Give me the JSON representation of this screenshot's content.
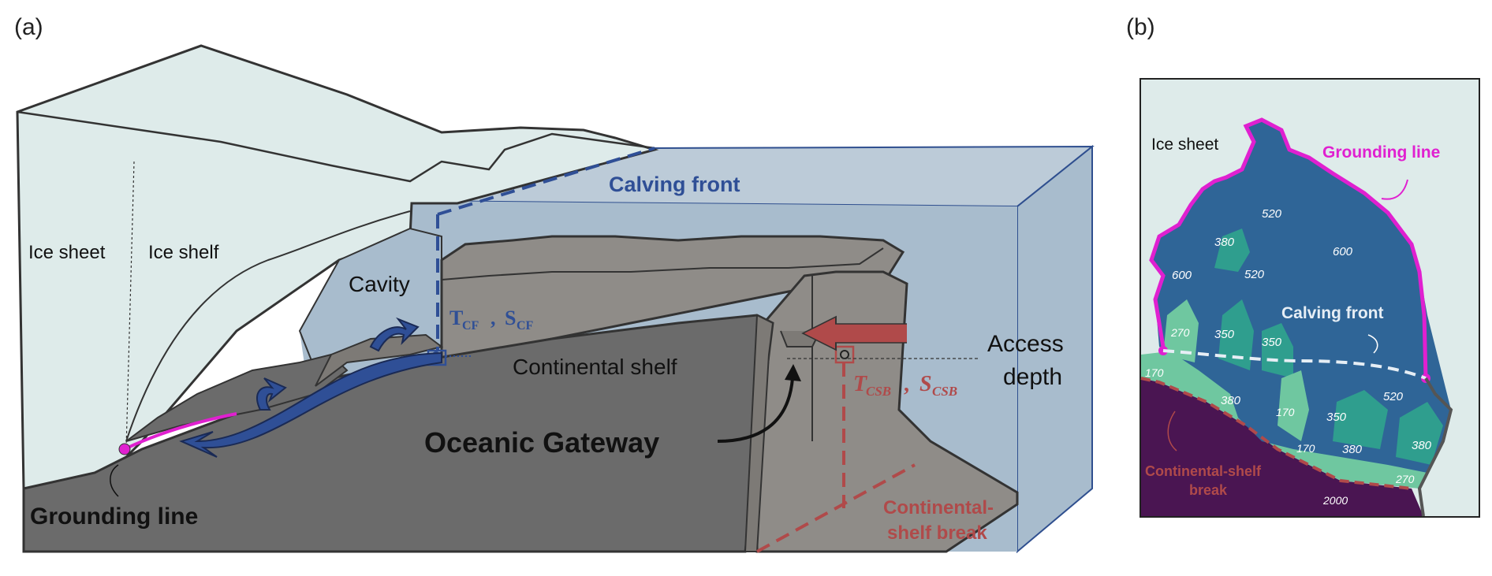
{
  "panels": {
    "a": {
      "tag": "(a)"
    },
    "b": {
      "tag": "(b)"
    }
  },
  "panel_a": {
    "ice_sheet": "Ice sheet",
    "ice_shelf": "Ice shelf",
    "cavity": "Cavity",
    "calving_front": "Calving front",
    "continental_shelf": "Continental shelf",
    "oceanic_gateway": "Oceanic Gateway",
    "access_depth_line1": "Access",
    "access_depth_line2": "depth",
    "grounding_line": "Grounding line",
    "csb_line1": "Continental-",
    "csb_line2": "shelf break",
    "t_cf": "T",
    "t_cf_sub": "CF",
    "s_cf": "S",
    "s_cf_sub": "CF",
    "t_csb": "T",
    "t_csb_sub": "CSB",
    "s_csb": "S",
    "s_csb_sub": "CSB",
    "separator": ","
  },
  "panel_b": {
    "ice_sheet": "Ice sheet",
    "grounding_line": "Grounding line",
    "calving_front": "Calving front",
    "csb_line1": "Continental-shelf",
    "csb_line2": "break",
    "depths": [
      "520",
      "380",
      "600",
      "600",
      "520",
      "270",
      "350",
      "350",
      "170",
      "380",
      "170",
      "350",
      "520",
      "170",
      "380",
      "380",
      "270",
      "2000"
    ]
  },
  "colors": {
    "ice": "#deebea",
    "ocean": "#a8bccd",
    "rock_dark": "#6b6b6b",
    "rock_light": "#8f8c88",
    "blue_arrow": "#2e4f96",
    "red_arrow": "#b04a4a",
    "grounding_magenta": "#e020d0",
    "bathy_deep": "#2f6597",
    "bathy_mid": "#2f9e8e",
    "bathy_shallow": "#6fc7a0",
    "abyss": "#4a1552"
  }
}
